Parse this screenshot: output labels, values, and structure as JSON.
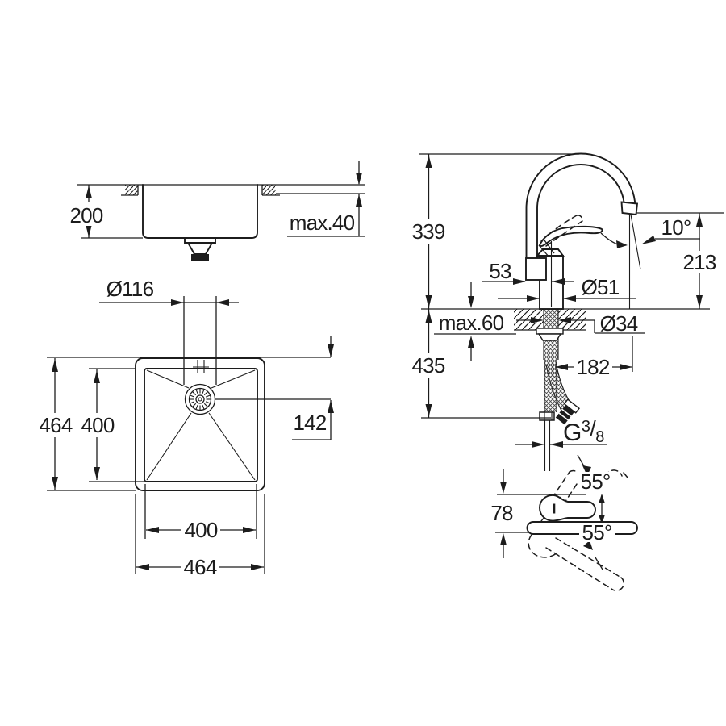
{
  "drawing": {
    "background": "#ffffff",
    "line_color": "#1c1c1c",
    "views": {
      "sink_side": {
        "title": "sink-section-view",
        "dims": {
          "bowl_depth": "200",
          "counter_thickness": "max.40"
        }
      },
      "sink_top": {
        "title": "sink-plan-view",
        "dims": {
          "drain_diameter": "Ø116",
          "outer_size_left": "464",
          "inner_size_left": "400",
          "drain_offset": "142",
          "inner_size_bottom": "400",
          "outer_size_bottom": "464"
        }
      },
      "faucet_side": {
        "title": "faucet-elevation-view",
        "dims": {
          "total_height": "339",
          "rear_clearance": "53",
          "spout_angle": "10°",
          "outlet_height": "213",
          "body_diameter": "Ø51",
          "deck_thickness": "max.60",
          "hole_diameter": "Ø34",
          "hose_drop": "435",
          "spout_reach": "182",
          "thread": {
            "prefix": "G",
            "numerator": "3",
            "slash": "/",
            "denominator": "8"
          }
        }
      },
      "faucet_top": {
        "title": "faucet-plan-view",
        "dims": {
          "body_depth": "78",
          "swivel_up": "55°",
          "swivel_down": "55°"
        }
      }
    }
  }
}
